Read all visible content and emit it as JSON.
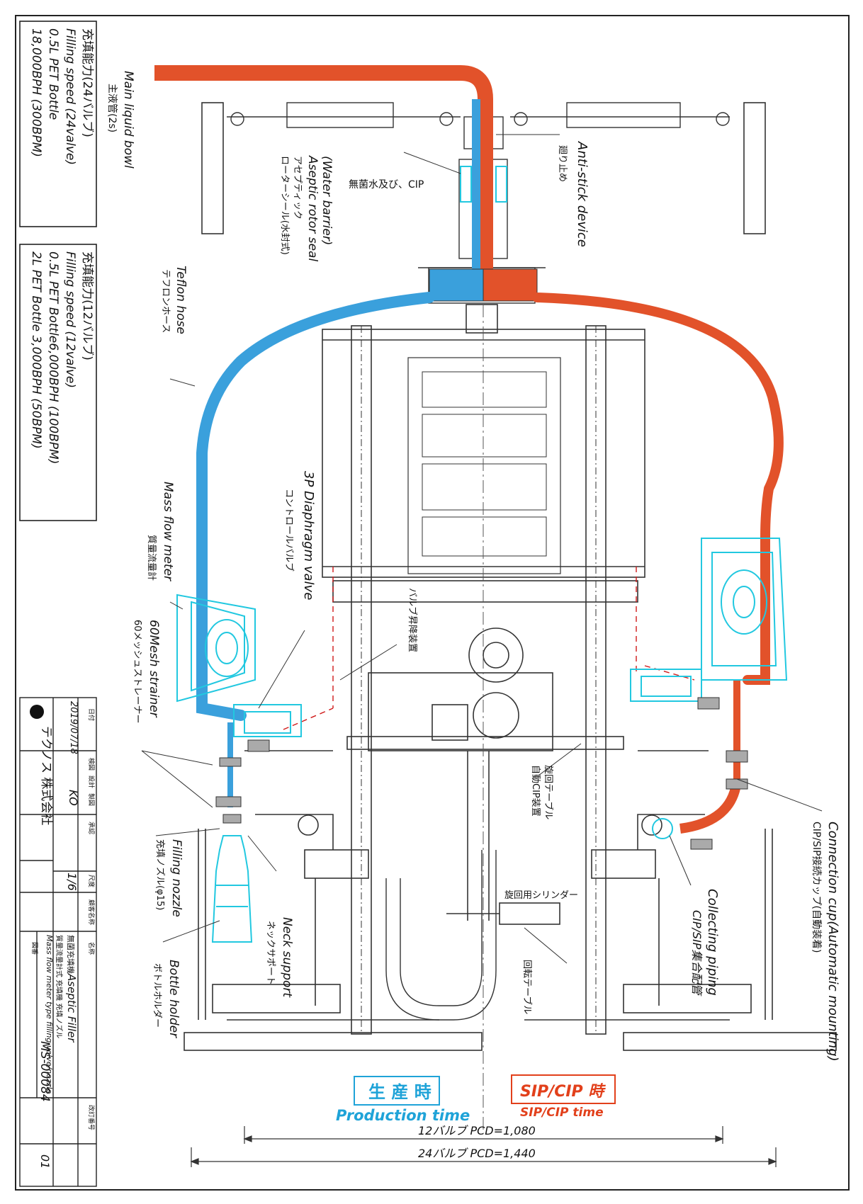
{
  "colors": {
    "production": "#3aa0dc",
    "sip": "#e2522a",
    "cyan_outline": "#22c8e0",
    "line": "#333333",
    "red_dash": "#d01a1a",
    "prod_label_text": "#1fa3d8",
    "sip_label_text": "#e2401b"
  },
  "spec_box_24": {
    "l1": "充填能力(24バルブ)",
    "l2": "Filling speed (24valve)",
    "l3": "0.5L  PET Bottle",
    "l4": "18,000BPH (300BPM)"
  },
  "spec_box_12": {
    "l1": "充填能力(12バルブ)",
    "l2": "Filling speed (12valve)",
    "l3": "0.5L  PET Bottle6,000BPH  (100BPM)",
    "l4": "2L  PET Bottle  3,000BPH  (50BPM)"
  },
  "labels": {
    "main_bowl_en": "Main liquid bowl",
    "main_bowl_jp": "主液管(2s)",
    "water_barrier_en": "(Water barrier)",
    "rotor_seal_en": "Aseptic rotor seal",
    "rotor_seal_jp": "アセプティック",
    "rotor_seal_jp2": "ローターシール(水封式)",
    "sterile_water_cip": "無菌水及び、CIP",
    "anti_stick_en": "Anti-stick device",
    "anti_stick_jp": "廻り止め",
    "teflon_en": "Teflon hose",
    "teflon_jp": "テフロンホース",
    "diaphragm_en": "3P Diaphragm valve",
    "diaphragm_jp": "コントロールバルブ",
    "mfm_en": "Mass flow meter",
    "mfm_jp": "質量流量計",
    "valve_lift_jp": "バルブ昇降装置",
    "strainer_en": "60Mesh strainer",
    "strainer_jp": "60メッシュストレーナー",
    "filling_nozzle_en": "Filling nozzle",
    "filling_nozzle_jp": "充填ノズル(φ15)",
    "neck_support_en": "Neck support",
    "neck_support_jp": "ネックサポート",
    "bottle_holder_en": "Bottle holder",
    "bottle_holder_jp": "ボトルホルダー",
    "rotary_table_cip_jp1": "旋回テーブル",
    "rotary_table_cip_jp2": "自動CIP装置",
    "rotary_cylinder_jp": "旋回用シリンダー",
    "rotating_table_jp": "回転テーブル",
    "connection_cup_en": "Connection cup(Automatic mounting)",
    "connection_cup_jp": "CIP/SIP接続カップ(自動装着)",
    "collecting_en": "Collecting piping",
    "collecting_jp": "CIP/SIP集合配管",
    "production_jp": "生 産 時",
    "production_en": "Production time",
    "sip_jp": "SIP/CIP 時",
    "sip_en": "SIP/CIP time",
    "pcd12": "12バルブ      PCD=1,080",
    "pcd24": "24バルブ      PCD=1,440"
  },
  "title_block": {
    "date": "2019/07/18",
    "drawn_by": "KO",
    "scale": "1/6",
    "company": "テクノス 株式会社",
    "name_jp": "無菌充填機",
    "name_en": "Aseptic Filler",
    "sub_jp": "質量流量計式 充填機 充填ノズル",
    "sub_en": "Mass flow meter type filling valve/nozzle",
    "drawing_no": "MS-00084",
    "revision": "01",
    "h_date": "日付",
    "h_check": "検図",
    "h_design": "設計",
    "h_draw": "製図",
    "h_approve": "承認",
    "h_scale": "尺度",
    "h_name": "名称",
    "h_customer": "顧客名称",
    "h_dwgno": "図番",
    "h_rev": "改訂番号"
  }
}
